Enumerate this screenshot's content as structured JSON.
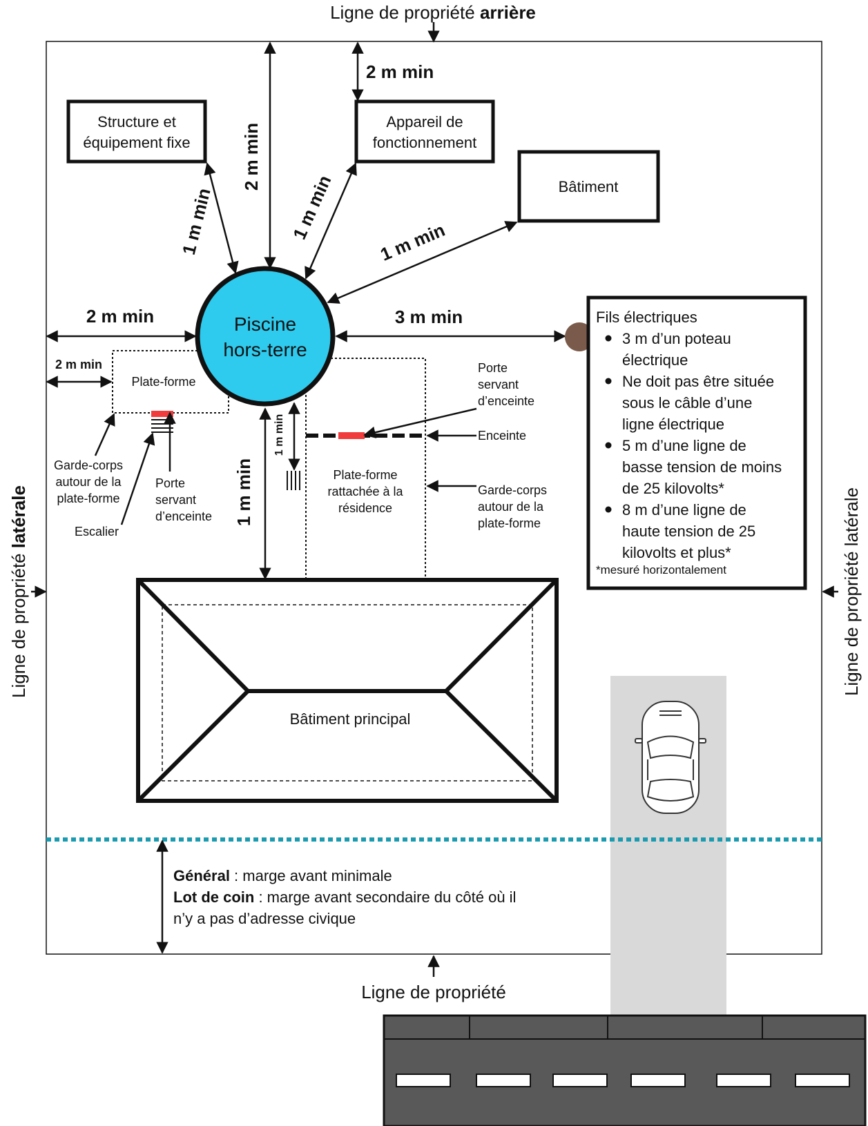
{
  "colors": {
    "pool": "#2ecbee",
    "gate": "#f03c3c",
    "pole": "#7a5a4a",
    "front_margin_line": "#1a9bb0",
    "driveway": "#d9d9d9",
    "road": "#595959"
  },
  "property_lines": {
    "rear": "Ligne de propriété",
    "rear_bold": "arrière",
    "left_side": "Ligne de propriété",
    "left_side_bold": "latérale",
    "right_side": "Ligne de propriété latérale",
    "front": "Ligne de propriété"
  },
  "structures": {
    "fixed_structure": [
      "Structure et",
      "équipement fixe"
    ],
    "operating_device": [
      "Appareil de",
      "fonctionnement"
    ],
    "building": "Bâtiment",
    "pool": [
      "Piscine",
      "hors-terre"
    ],
    "left_platform": "Plate-forme",
    "attached_platform": [
      "Plate-forme",
      "rattachée à la",
      "résidence"
    ],
    "main_building": "Bâtiment principal"
  },
  "distances": {
    "device_to_rear": "2 m min",
    "pool_to_rear": "2 m min",
    "pool_to_structure": "1 m min",
    "pool_to_device": "1 m min",
    "pool_to_building": "1 m min",
    "pool_to_left_line": "2 m min",
    "platform_to_left_line": "2 m min",
    "pool_to_wires": "3 m min",
    "pool_to_main_building": "1 m min",
    "pool_to_platform_stair": "1 m min"
  },
  "annotations": {
    "left_guardrail": [
      "Garde-corps",
      "autour de la",
      "plate-forme"
    ],
    "stair": "Escalier",
    "left_gate": [
      "Porte",
      "servant",
      "d’enceinte"
    ],
    "right_gate": [
      "Porte",
      "servant",
      "d’enceinte"
    ],
    "enclosure": "Enceinte",
    "right_guardrail": [
      "Garde-corps",
      "autour de la",
      "plate-forme"
    ]
  },
  "wires_box": {
    "title": "Fils électriques",
    "items": [
      [
        "3 m d’un poteau",
        "électrique"
      ],
      [
        "Ne doit pas être située",
        "sous le câble d’une",
        "ligne électrique"
      ],
      [
        "5 m d’une ligne de",
        "basse tension de moins",
        "de 25 kilovolts*"
      ],
      [
        "8 m d’une ligne de",
        "haute tension de 25",
        "kilovolts et plus*"
      ]
    ],
    "footnote": "*mesuré horizontalement"
  },
  "front_margin": {
    "general_label": "Général",
    "general_text": " : marge avant minimale",
    "corner_label": "Lot de coin",
    "corner_text": " : marge avant secondaire du côté où il",
    "corner_text_2": "n’y a pas d’adresse civique"
  }
}
